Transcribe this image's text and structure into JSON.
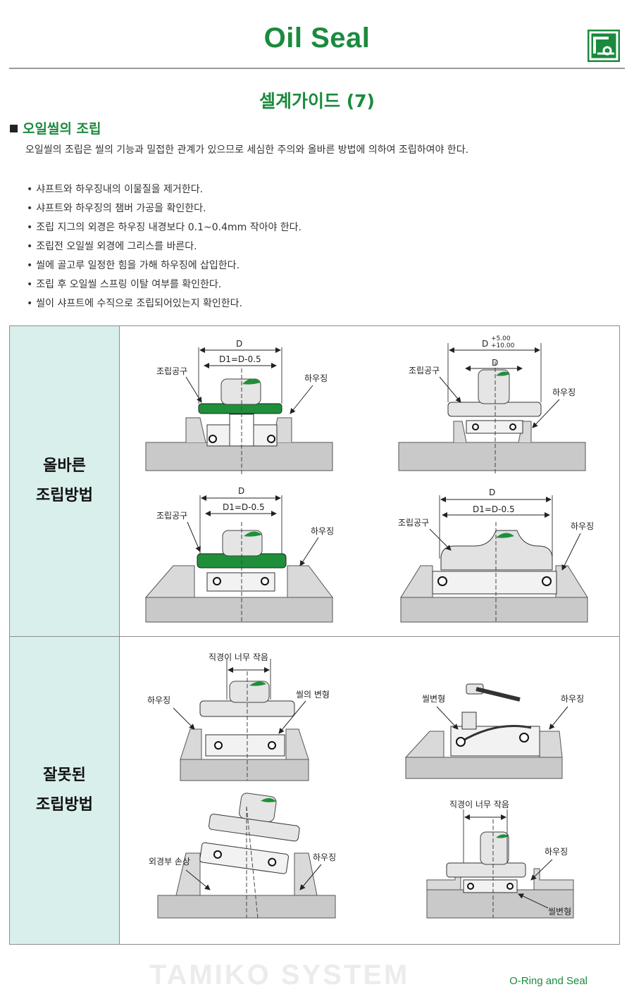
{
  "header": {
    "title": "Oil Seal",
    "subtitle": "셀계가이드 (7)",
    "logo_icon": "seal-logo-icon",
    "accent_color": "#1b8a3e"
  },
  "section": {
    "heading": "오일씰의 조립",
    "intro": "오일씰의 조립은 씰의 기능과 밀접한 관계가 있으므로 세심한 주의와 올바른 방법에 의하여 조립하여야 한다.",
    "bullets": [
      "샤프트와 하우징내의 이물질을 제거한다.",
      "샤프트와 하우징의 챔버 가공을 확인한다.",
      "조립 지그의 외경은 하우징 내경보다 0.1~0.4mm 작아야 한다.",
      "조립전 오일씰 외경에 그리스를 바른다.",
      "씰에 골고루 일정한 힘을 가해 하우징에 삽입한다.",
      "조립 후 오일씰 스프링 이탈 여부를 확인한다.",
      "씰이 샤프트에 수직으로 조립되어있는지 확인한다."
    ]
  },
  "table": {
    "correct_label_1": "올바른",
    "correct_label_2": "조립방법",
    "wrong_label_1": "잘못된",
    "wrong_label_2": "조립방법",
    "labels": {
      "D": "D",
      "D1": "D1=D-0.5",
      "tool": "조립공구",
      "housing": "하우징",
      "tol_plus": "+5.00",
      "tol_minus": "+10.00",
      "dia_small": "직경이 너무 작음",
      "seal_deform": "씰의 변형",
      "seal_deform2": "씰변형",
      "od_damage": "외경부 손상"
    }
  },
  "footer": {
    "watermark": "TAMIKO SYSTEM",
    "brand": "O-Ring and Seal"
  }
}
